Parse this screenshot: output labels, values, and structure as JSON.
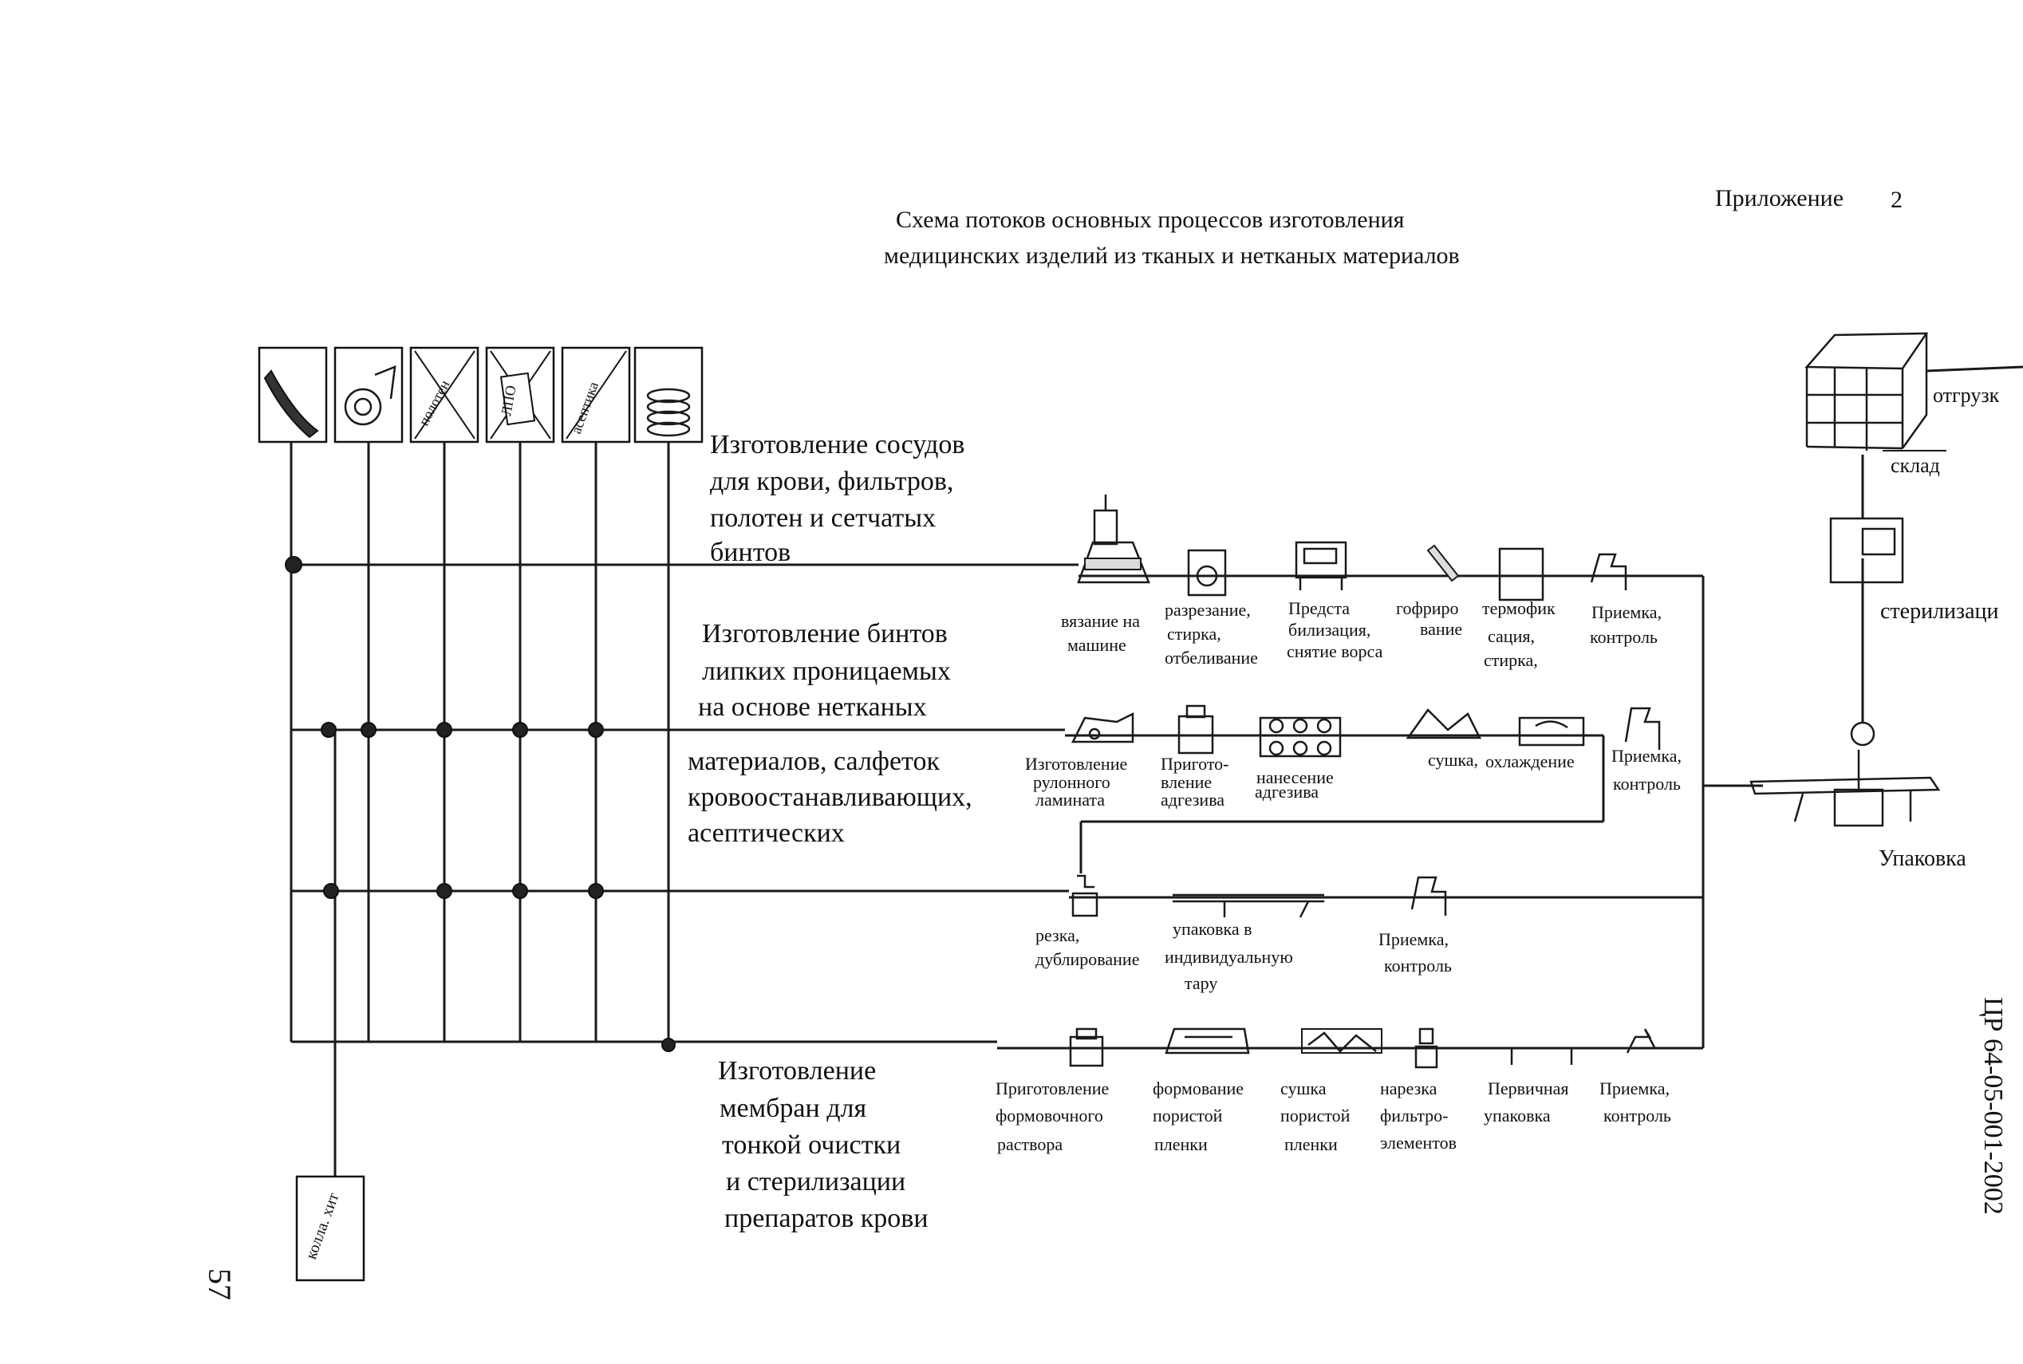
{
  "header": {
    "appendix_label": "Приложение",
    "appendix_number": "2",
    "title_line1": "Схема потоков основных процессов изготовления",
    "title_line2": "медицинских изделий из тканых и нетканых материалов"
  },
  "source_boxes": [
    {
      "icon": "bandage-strip-icon",
      "text": ""
    },
    {
      "icon": "roll-icon",
      "text": ""
    },
    {
      "icon": "polotno-box-icon",
      "text": "полотен"
    },
    {
      "icon": "lpo-box-icon",
      "text": "ЛПО"
    },
    {
      "icon": "aseptic-box-icon",
      "text": "асептика"
    },
    {
      "icon": "coil-stack-icon",
      "text": ""
    }
  ],
  "sections": {
    "vessels": [
      "Изготовление сосудов",
      "для крови, фильтров,",
      "полотен и сетчатых",
      "бинтов"
    ],
    "bandages": [
      "Изготовление бинтов",
      "липких проницаемых",
      "на основе нетканых"
    ],
    "materials": [
      "материалов, салфеток",
      "кровоостанавливающих,",
      "асептических"
    ],
    "membranes": [
      "Изготовление",
      "мембран для",
      "тонкой очистки",
      "и стерилизации",
      "препаратов крови"
    ]
  },
  "row1_steps": [
    {
      "lines": [
        "вязание на",
        "машине"
      ]
    },
    {
      "lines": [
        "разрезание,",
        "стирка,",
        "отбеливание"
      ]
    },
    {
      "lines": [
        "Предста",
        "билизация,",
        "снятие ворса"
      ]
    },
    {
      "lines": [
        "гофриро",
        "вание"
      ]
    },
    {
      "lines": [
        "термофик",
        "сация,",
        "стирка,"
      ]
    },
    {
      "lines": [
        "Приемка,",
        "контроль"
      ]
    }
  ],
  "row2_steps": [
    {
      "lines": [
        "Изготовление",
        "рулонного",
        "ламината"
      ]
    },
    {
      "lines": [
        "Пригото-",
        "вление",
        "адгезива"
      ]
    },
    {
      "lines": [
        "нанесение",
        "адгезива"
      ]
    },
    {
      "lines": [
        "сушка,"
      ]
    },
    {
      "lines": [
        "охлаждение"
      ]
    },
    {
      "lines": [
        "Приемка,",
        "контроль"
      ]
    }
  ],
  "row3_steps": [
    {
      "lines": [
        "резка,",
        "дублирование"
      ]
    },
    {
      "lines": [
        "упаковка в",
        "индивидуальную",
        "тару"
      ]
    },
    {
      "lines": [
        "Приемка,",
        "контроль"
      ]
    }
  ],
  "row4_steps": [
    {
      "lines": [
        "Приготовление",
        "формовочного",
        "раствора"
      ]
    },
    {
      "lines": [
        "формование",
        "пористой",
        "пленки"
      ]
    },
    {
      "lines": [
        "сушка",
        "пористой",
        "пленки"
      ]
    },
    {
      "lines": [
        "нарезка",
        "фильтро-",
        "элементов"
      ]
    },
    {
      "lines": [
        "Первичная",
        "упаковка"
      ]
    },
    {
      "lines": [
        "Приемка,",
        "контроль"
      ]
    }
  ],
  "right_column": {
    "shipping": "отгрузк",
    "warehouse": "склад",
    "sterilization": "стерилизаци",
    "packing": "Упаковка"
  },
  "bottom_box_text": "колла. хит",
  "doc_code": "ЦР 64-05-001-2002",
  "page_number": "57"
}
